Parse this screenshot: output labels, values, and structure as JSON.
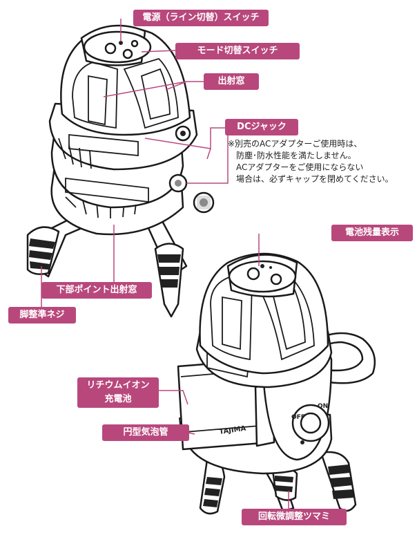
{
  "callouts": {
    "power_switch": "電源（ライン切替）スイッチ",
    "mode_switch": "モード切替スイッチ",
    "emission_window": "出射窓",
    "dc_jack": "DCジャック",
    "battery_indicator": "電池残量表示",
    "bottom_window": "下部ポイント出射窓",
    "leg_screw": "脚整準ネジ",
    "battery_line1": "リチウムイオン",
    "battery_line2": "充電池",
    "bubble_level": "円型気泡管",
    "fine_knob": "回転微調整ツマミ"
  },
  "note": {
    "line1": "※別売のACアダプターご使用時は、",
    "line2": "防塵･防水性能を満たしません。",
    "line3": "ACアダプターをご使用にならない",
    "line4": "場合は、必ずキャップを閉めてください。"
  },
  "device_labels": {
    "brand": "TAJIMA",
    "off": "OFF",
    "on": "ON"
  },
  "colors": {
    "accent": "#b8487c",
    "outline": "#1a1a1a"
  }
}
